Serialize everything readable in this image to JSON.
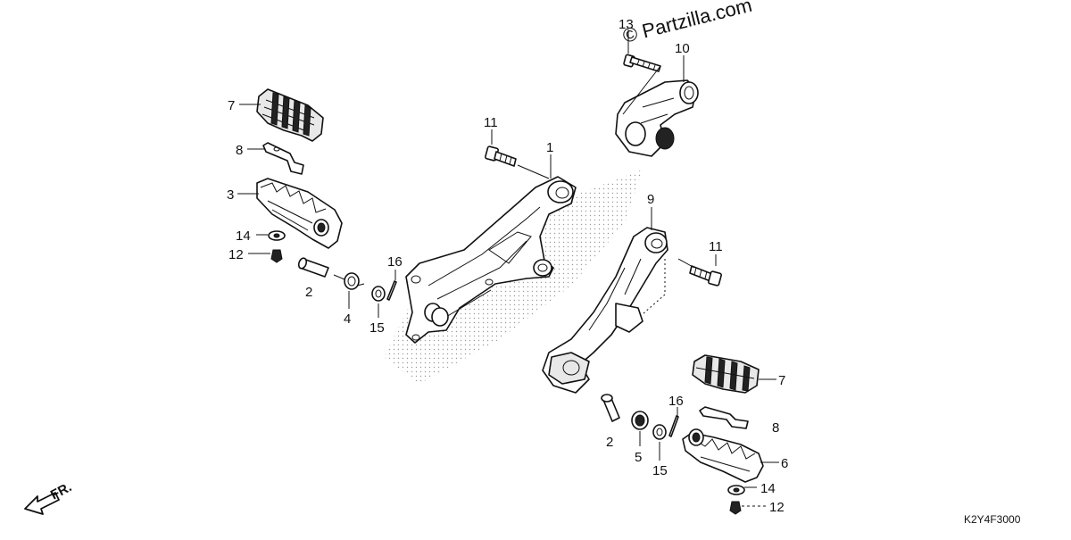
{
  "watermark": "© Partzilla.com",
  "diagram_code": "K2Y4F3000",
  "direction_label": "FR.",
  "callouts": {
    "c1": "1",
    "c2a": "2",
    "c2b": "2",
    "c3": "3",
    "c4": "4",
    "c5": "5",
    "c6": "6",
    "c7a": "7",
    "c7b": "7",
    "c8a": "8",
    "c8b": "8",
    "c9": "9",
    "c10": "10",
    "c11a": "11",
    "c11b": "11",
    "c12a": "12",
    "c12b": "12",
    "c13": "13",
    "c14a": "14",
    "c14b": "14",
    "c15a": "15",
    "c15b": "15",
    "c16a": "16",
    "c16b": "16"
  }
}
